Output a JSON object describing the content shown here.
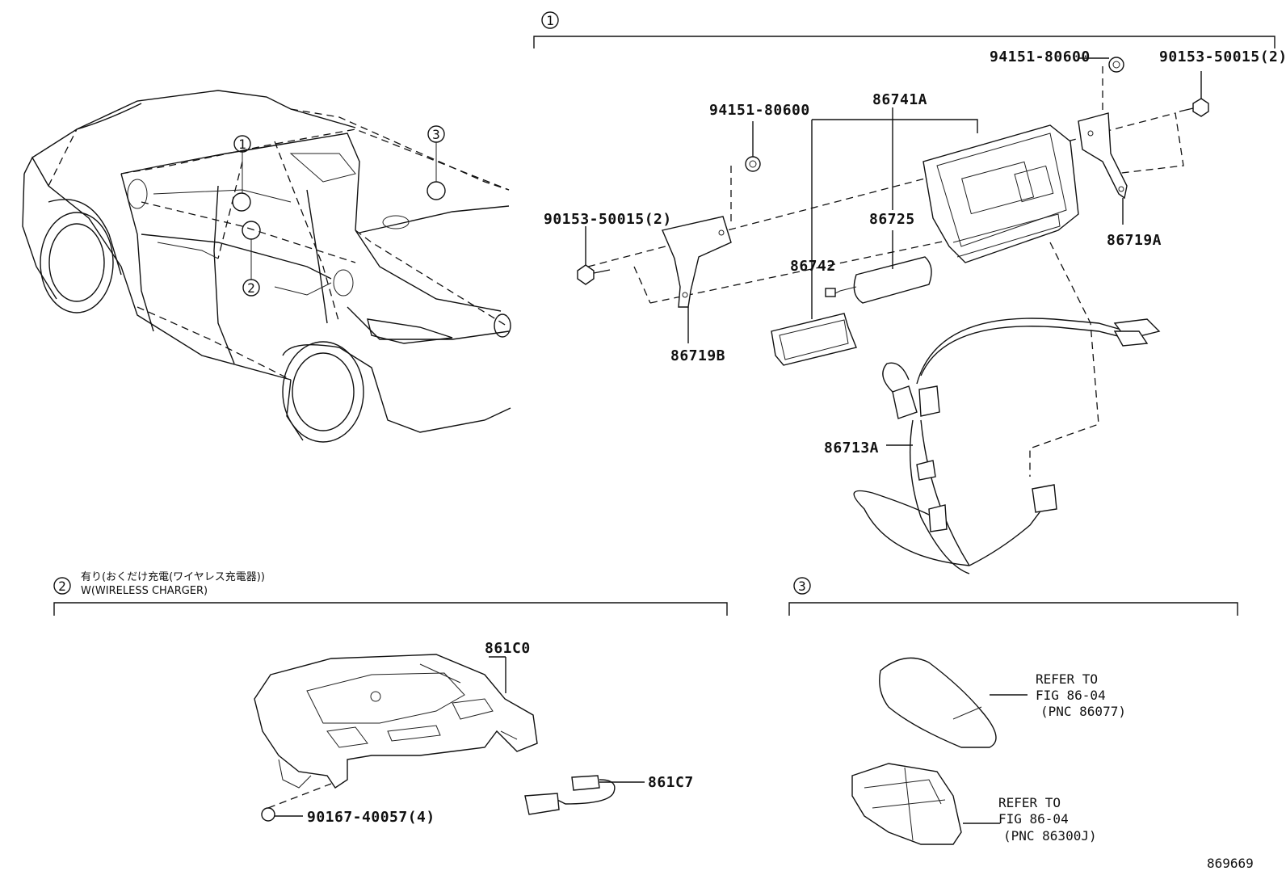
{
  "sections": [
    {
      "num": "1"
    },
    {
      "num": "2",
      "title_jp": "有り(おくだけ充電(ワイヤレス充電器))",
      "title_en": "W(WIRELESS CHARGER)"
    },
    {
      "num": "3"
    }
  ],
  "car_callouts": [
    "1",
    "2",
    "3"
  ],
  "parts": {
    "p94151_a": "94151-80600",
    "p94151_b": "94151-80600",
    "p90153_a": "90153-50015(2)",
    "p90153_b": "90153-50015(2)",
    "p86741A": "86741A",
    "p86725": "86725",
    "p86742": "86742",
    "p86719A": "86719A",
    "p86719B": "86719B",
    "p86713A": "86713A",
    "p861C0": "861C0",
    "p861C7": "861C7",
    "p90167": "90167-40057(4)"
  },
  "refs": [
    {
      "line1": "REFER TO",
      "line2": "FIG 86-04",
      "line3": "(PNC 86077)"
    },
    {
      "line1": "REFER TO",
      "line2": "FIG 86-04",
      "line3": "(PNC 86300J)"
    }
  ],
  "figure_id": "869669"
}
